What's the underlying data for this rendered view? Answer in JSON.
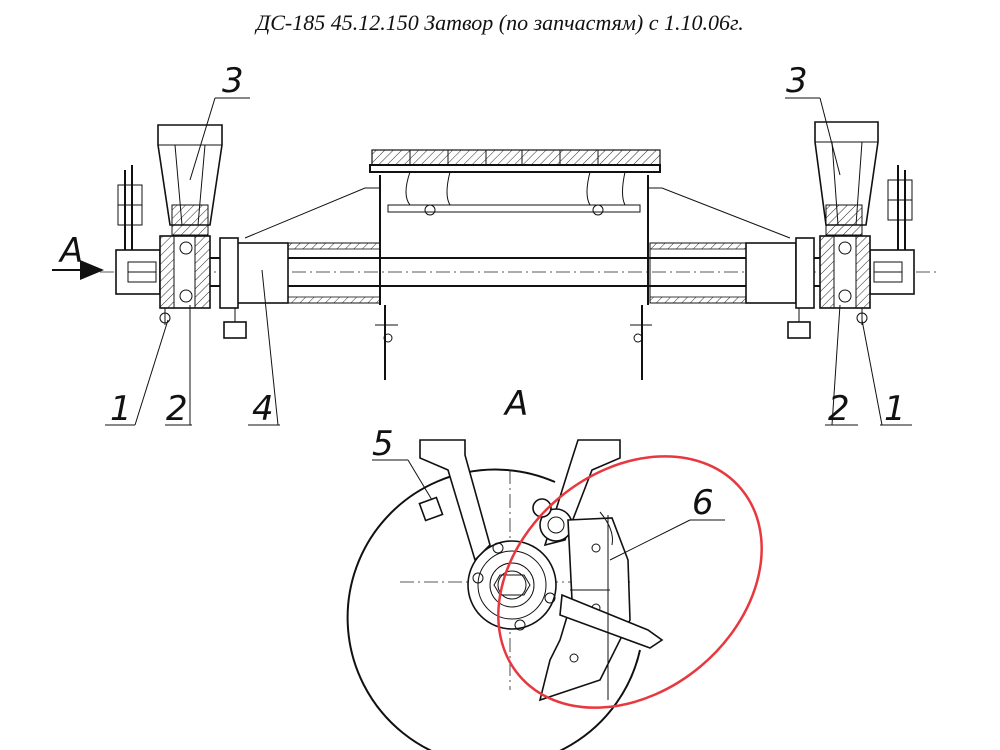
{
  "title": "ДС-185 45.12.150 Затвор (по запчастям) с 1.10.06г.",
  "labels": {
    "arrow_view": "А",
    "view_title": "А",
    "left_1": "1",
    "left_2": "2",
    "left_3": "3",
    "left_4": "4",
    "right_1": "1",
    "right_2": "2",
    "right_3": "3",
    "view_5": "5",
    "view_6": "6"
  },
  "colors": {
    "line": "#111111",
    "highlight": "#e8383f",
    "background": "#ffffff"
  }
}
